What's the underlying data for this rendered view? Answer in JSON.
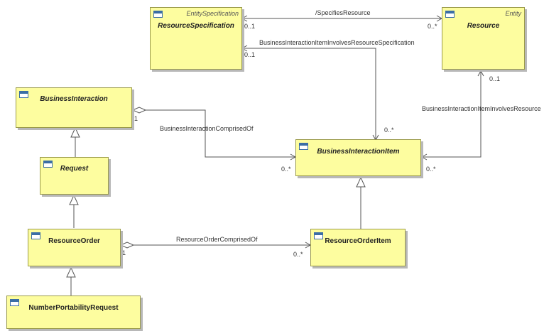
{
  "classes": {
    "resource_specification": {
      "name": "ResourceSpecification",
      "stereotype": "EntitySpecification"
    },
    "resource": {
      "name": "Resource",
      "stereotype": "Entity"
    },
    "business_interaction": {
      "name": "BusinessInteraction"
    },
    "request": {
      "name": "Request"
    },
    "business_interaction_item": {
      "name": "BusinessInteractionItem"
    },
    "resource_order": {
      "name": "ResourceOrder"
    },
    "resource_order_item": {
      "name": "ResourceOrderItem"
    },
    "number_portability_request": {
      "name": "NumberPortabilityRequest"
    }
  },
  "associations": {
    "specifies_resource": {
      "name": "/SpecifiesResource",
      "source_mult": "0..1",
      "target_mult": "0..*"
    },
    "item_involves_spec": {
      "name": "BusinessInteractionItemInvolvesResourceSpecification",
      "source_mult": "0..1",
      "target_mult": "0..*"
    },
    "item_involves_resource": {
      "name": "BusinessInteractionItemInvolvesResource",
      "source_mult": "0..1",
      "target_mult": "0..*"
    },
    "interaction_comprised_of": {
      "name": "BusinessInteractionComprisedOf",
      "source_mult": "1",
      "target_mult": "0..*"
    },
    "order_comprised_of": {
      "name": "ResourceOrderComprisedOf",
      "source_mult": "1",
      "target_mult": "0..*"
    }
  }
}
